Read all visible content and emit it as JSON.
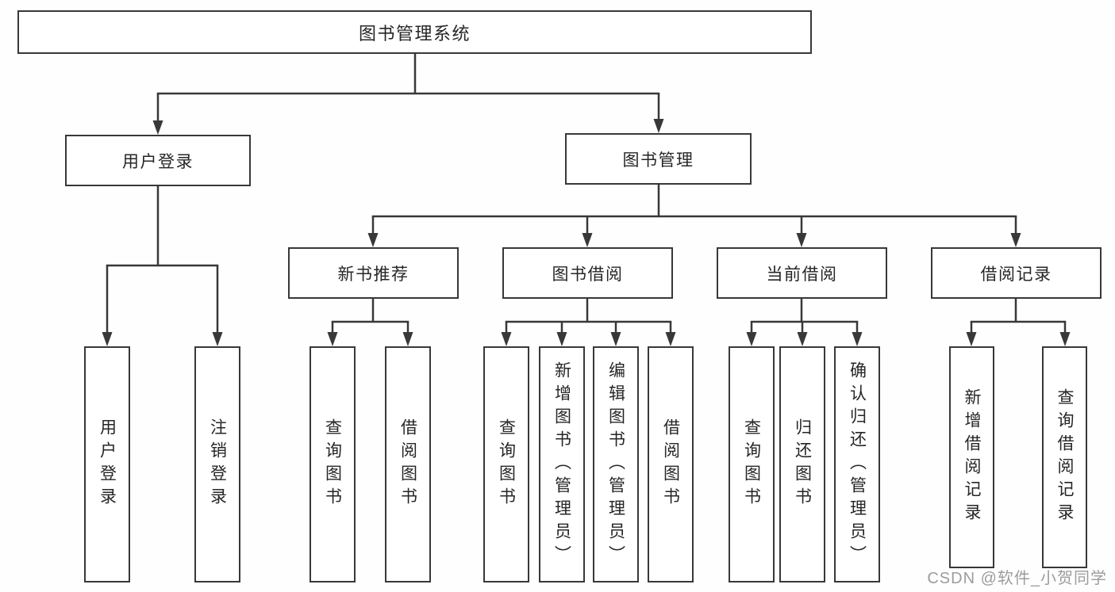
{
  "tree": {
    "label": "图书管理系统",
    "children": [
      {
        "label": "用户登录",
        "children": [
          {
            "label": "用户登录"
          },
          {
            "label": "注销登录"
          }
        ]
      },
      {
        "label": "图书管理",
        "children": [
          {
            "label": "新书推荐",
            "children": [
              {
                "label": "查询图书"
              },
              {
                "label": "借阅图书"
              }
            ]
          },
          {
            "label": "图书借阅",
            "children": [
              {
                "label": "查询图书"
              },
              {
                "label": "新增图书（管理员）"
              },
              {
                "label": "编辑图书（管理员）"
              },
              {
                "label": "借阅图书"
              }
            ]
          },
          {
            "label": "当前借阅",
            "children": [
              {
                "label": "查询图书"
              },
              {
                "label": "归还图书"
              },
              {
                "label": "确认归还（管理员）"
              }
            ]
          },
          {
            "label": "借阅记录",
            "children": [
              {
                "label": "新增借阅记录"
              },
              {
                "label": "查询借阅记录"
              }
            ]
          }
        ]
      }
    ]
  },
  "watermark": "CSDN @软件_小贺同学",
  "colors": {
    "line": "#383838",
    "text": "#262626",
    "watermark": "#9c9c9c",
    "background": "#ffffff"
  }
}
